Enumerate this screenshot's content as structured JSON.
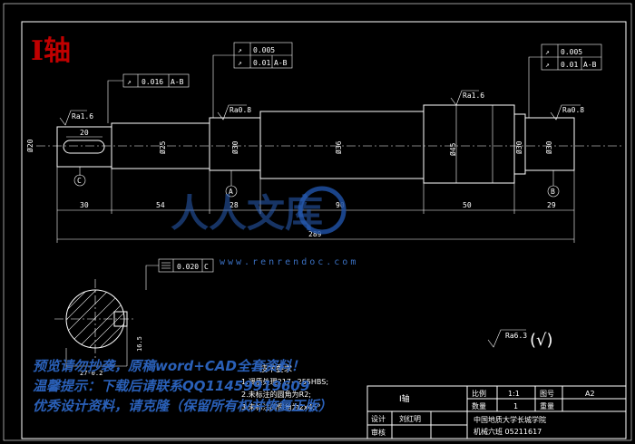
{
  "title": "I轴",
  "dimensions": {
    "lengths": [
      "30",
      "54",
      "28",
      "90",
      "50",
      "29"
    ],
    "total_length": "289",
    "diameters": [
      "Ø20",
      "Ø25",
      "Ø30",
      "Ø36",
      "Ø45",
      "Ø30",
      "Ø30"
    ],
    "keyway_length": "20",
    "keyway_depth": "16.5",
    "section_width": "27-0.2"
  },
  "roughness": [
    "Ra1.6",
    "Ra0.8",
    "Ra1.6",
    "Ra0.8",
    "Ra6.3"
  ],
  "tolerance_frames": {
    "left_top_symbol": "↗",
    "left_top_row1": "0.005",
    "left_top_row2": "0.01",
    "left_top_row2_ref": "A-B",
    "right_top_row1": "0.005",
    "right_top_row2": "0.01",
    "right_top_row2_ref": "A-B",
    "runout_value": "0.016",
    "runout_ref": "A-B",
    "symmetry_value": "0.020",
    "symmetry_ref": "C"
  },
  "datums": [
    "C",
    "A",
    "B"
  ],
  "general_roughness_suffix": "(√)",
  "tech_requirements": {
    "heading": "技术要求",
    "line1": "1.调质处理217~255HBS;",
    "line2": "2.未标注的圆角为R2;",
    "line3": "3.未标注的倒角为2x45°"
  },
  "title_block": {
    "part_name": "I轴",
    "scale_label": "比例",
    "scale_value": "1:1",
    "drawing_no_label": "图号",
    "drawing_no_value": "A2",
    "quantity_label": "数量",
    "quantity_value": "1",
    "weight_label": "重量",
    "design_label": "设计",
    "designer": "刘红明",
    "check_label": "审核",
    "school": "中国地质大学长城学院",
    "class_info": "机械六班 05211617"
  },
  "watermark": {
    "line1": "预览请勿抄袭，原稿word+CAD全套资料！",
    "line2": "温馨提示：下载后请联系QQ11459919609",
    "line3": "优秀设计资料，请克隆（保留所有权并恢复正版）",
    "url": "www.renrendoc.com",
    "logo_text": "人人文库"
  },
  "colors": {
    "background": "#000000",
    "lines": "#ffffff",
    "title": "#c00000",
    "watermark": "#2a60b8"
  }
}
